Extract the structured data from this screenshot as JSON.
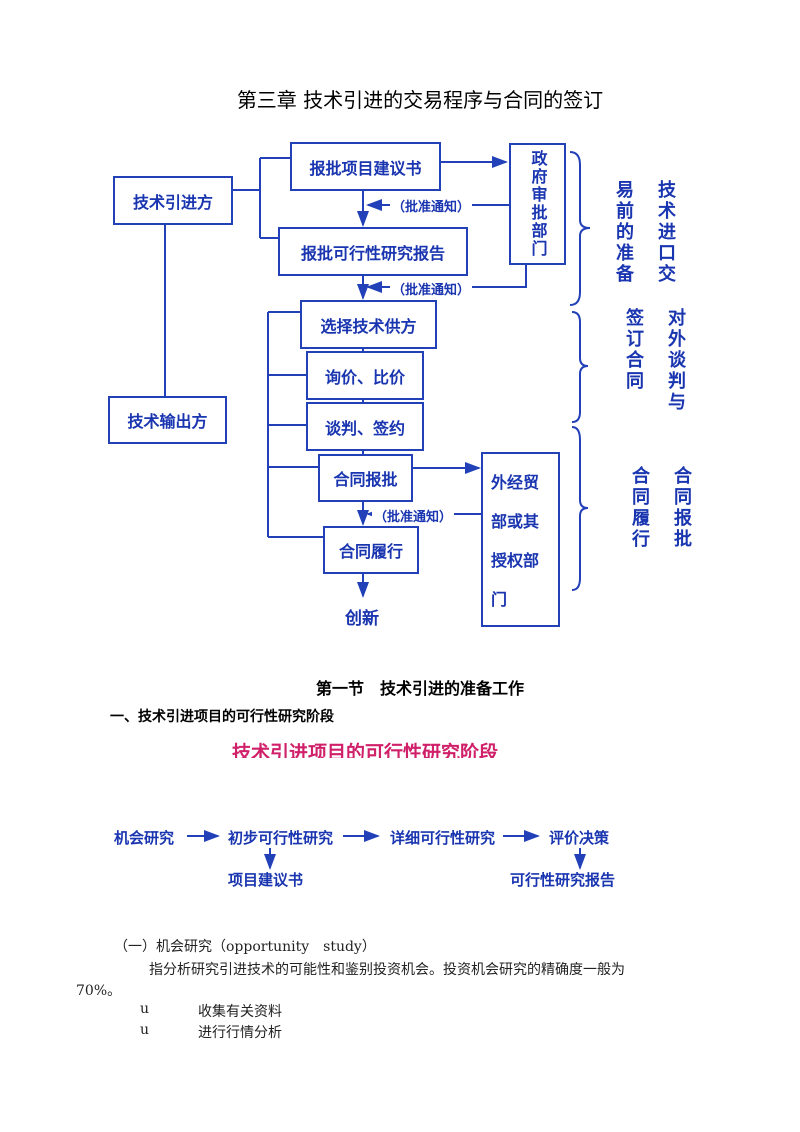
{
  "chapter_title": "第三章 技术引进的交易程序与合同的签订",
  "diagram": {
    "importer": "技术引进方",
    "exporter": "技术输出方",
    "submit_proposal": "报批项目建议书",
    "submit_feasibility": "报批可行性研究报告",
    "gov_dept": "政府审批部门",
    "select_supplier": "选择技术供方",
    "inquiry": "询价、比价",
    "negotiate": "谈判、签约",
    "contract_approval": "合同报批",
    "contract_performance": "合同履行",
    "innovation": "创新",
    "mofcom_lines": [
      "外经贸",
      "部或其",
      "授权部",
      "门"
    ],
    "approval_notice": "（批准通知）",
    "phase1": [
      "技术进口交",
      "易前的准备"
    ],
    "phase2": [
      "对外谈判与",
      "签订合同"
    ],
    "phase3": [
      "合同报批",
      "合同履行"
    ]
  },
  "section_title": "第一节　技术引进的准备工作",
  "subsection_title": "一、技术引进项目的可行性研究阶段",
  "flow": {
    "title": "技术引进项目的可行性研究阶段",
    "steps": [
      "机会研究",
      "初步可行性研究",
      "详细可行性研究",
      "评价决策"
    ],
    "outputs": [
      "项目建议书",
      "可行性研究报告"
    ]
  },
  "body": {
    "heading": "（一）机会研究（opportunity　study）",
    "para_line1": "指分析研究引进技术的可能性和鉴别投资机会。投资机会研究的精确度一般为",
    "para_line2": "70%。",
    "bullet_marker": "u",
    "bullets": [
      "收集有关资料",
      "进行行情分析"
    ]
  },
  "colors": {
    "diagram_blue": "#1a35b0",
    "flow_title_pink": "#d0206a"
  }
}
